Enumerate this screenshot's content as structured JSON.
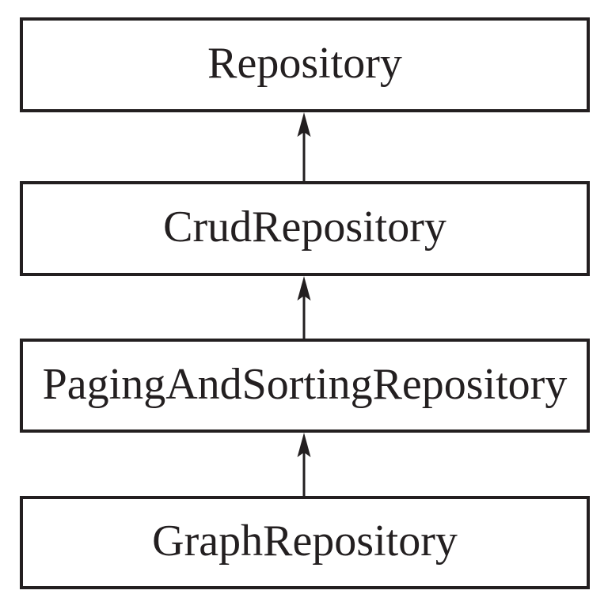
{
  "diagram": {
    "type": "inheritance-hierarchy",
    "nodes": [
      {
        "id": "repository",
        "label": "Repository"
      },
      {
        "id": "crudrepository",
        "label": "CrudRepository"
      },
      {
        "id": "pagingandsortingrepository",
        "label": "PagingAndSortingRepository"
      },
      {
        "id": "graphrepository",
        "label": "GraphRepository"
      }
    ],
    "edges": [
      {
        "from": "crudrepository",
        "to": "repository",
        "style": "solid-arrow-up"
      },
      {
        "from": "pagingandsortingrepository",
        "to": "crudrepository",
        "style": "solid-arrow-up"
      },
      {
        "from": "graphrepository",
        "to": "pagingandsortingrepository",
        "style": "solid-arrow-up"
      }
    ],
    "colors": {
      "ink": "#231f20",
      "background": "#ffffff"
    }
  }
}
